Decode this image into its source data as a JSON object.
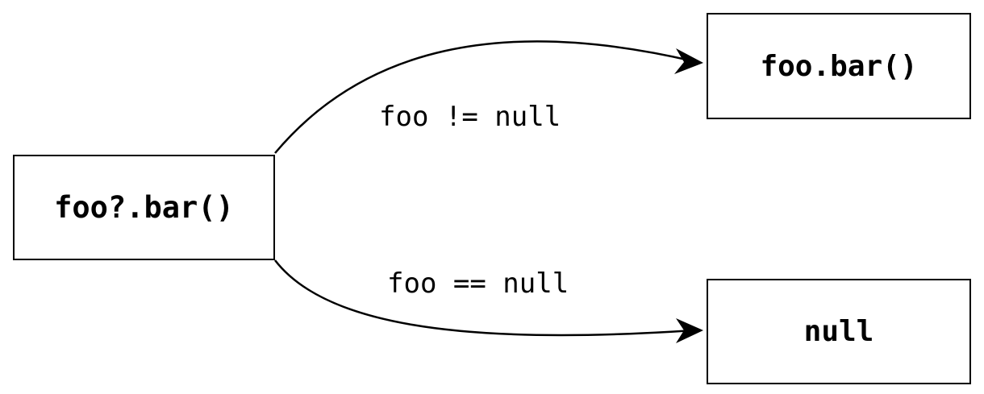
{
  "diagram": {
    "nodes": {
      "source": {
        "label": "foo?.bar()"
      },
      "true_branch": {
        "label": "foo.bar()"
      },
      "false_branch": {
        "label": "null"
      }
    },
    "edges": {
      "to_true": {
        "label": "foo != null"
      },
      "to_false": {
        "label": "foo == null"
      }
    },
    "colors": {
      "stroke": "#000000",
      "background": "#ffffff"
    }
  }
}
